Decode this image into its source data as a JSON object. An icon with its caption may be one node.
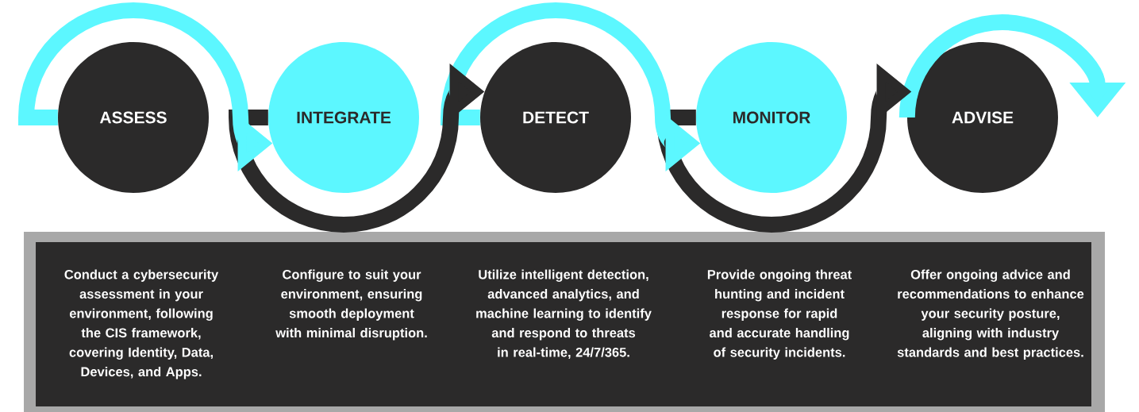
{
  "diagram": {
    "nodes": [
      {
        "text": [
          "ASSESS"
        ]
      },
      {
        "text": [
          "INTEGRATE"
        ]
      },
      {
        "text": [
          "DETECT"
        ]
      },
      {
        "text": [
          "MONITOR"
        ]
      },
      {
        "text": [
          "ADVISE"
        ]
      }
    ],
    "edges": [
      {
        "from": 0,
        "to": 1,
        "arrow": "to"
      },
      {
        "from": 1,
        "to": 2,
        "arrow": "to",
        "color": "#2b2a2a"
      },
      {
        "from": 2,
        "to": 3,
        "arrow": "to"
      },
      {
        "from": 3,
        "to": 4,
        "arrow": "to",
        "color": "#2b2a2a"
      },
      {
        "from": 4,
        "to": null,
        "arrow": "to"
      }
    ],
    "labels": [
      "Conduct a cybersecurity assessment in your environment, following the CIS framework, covering Identity, Data, Devices, and Apps.",
      "Configure to suit your environment, ensuring smooth deployment with minimal disruption.",
      "Utilize intelligent detection, advanced analytics, and machine learning to identify and respond to threats in real-time, 24/7/365.",
      "Provide ongoing threat hunting and incident response for rapid and accurate handling of security incidents.",
      "Offer ongoing advice and recommendations to enhance your security posture, aligning with industry standards and best practices."
    ]
  }
}
